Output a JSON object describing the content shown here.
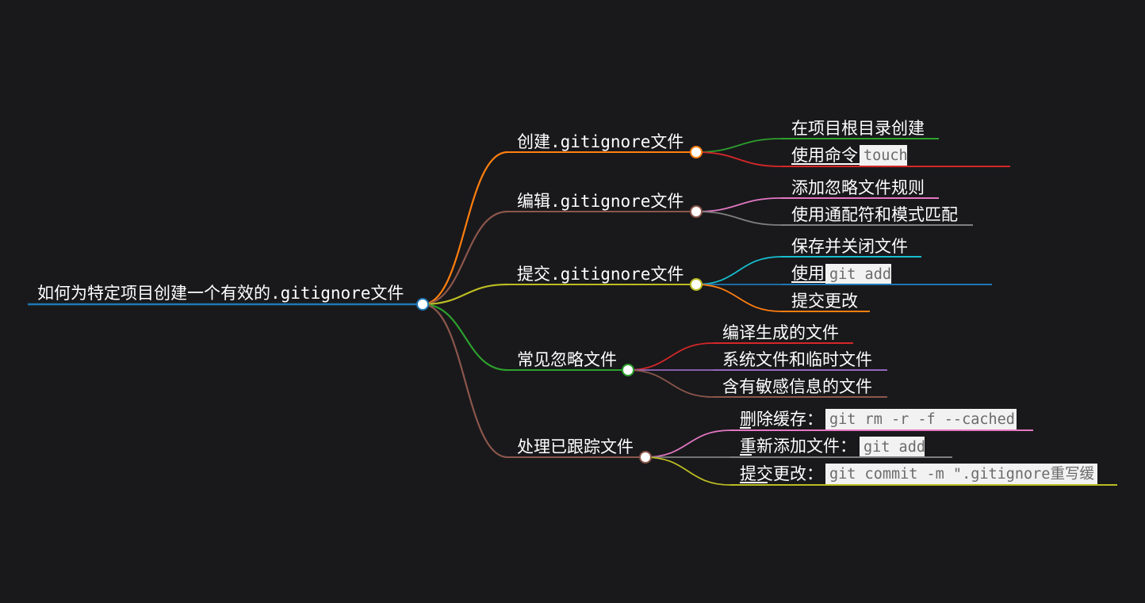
{
  "mindmap": {
    "root": {
      "label": "如何为特定项目创建一个有效的.gitignore文件",
      "color": "#1f77b4",
      "children": [
        {
          "label": "创建.gitignore文件",
          "color": "#ff7f0e",
          "children": [
            {
              "label": "在项目根目录创建",
              "color": "#2ca02c"
            },
            {
              "label": "使用命令",
              "code": "touch",
              "color": "#d62728"
            }
          ]
        },
        {
          "label": "编辑.gitignore文件",
          "color": "#8c564b",
          "children": [
            {
              "label": "添加忽略文件规则",
              "color": "#e377c2"
            },
            {
              "label": "使用通配符和模式匹配",
              "color": "#7f7f7f"
            }
          ]
        },
        {
          "label": "提交.gitignore文件",
          "color": "#bcbd22",
          "children": [
            {
              "label": "保存并关闭文件",
              "color": "#17becf"
            },
            {
              "label": "使用",
              "code": "git add",
              "color": "#1f77b4"
            },
            {
              "label": "提交更改",
              "color": "#ff7f0e"
            }
          ]
        },
        {
          "label": "常见忽略文件",
          "color": "#2ca02c",
          "children": [
            {
              "label": "编译生成的文件",
              "color": "#d62728"
            },
            {
              "label": "系统文件和临时文件",
              "color": "#9467bd"
            },
            {
              "label": "含有敏感信息的文件",
              "color": "#8c564b"
            }
          ]
        },
        {
          "label": "处理已跟踪文件",
          "color": "#8c564b",
          "children": [
            {
              "label": "删除缓存：",
              "code": "git rm -r -f --cached",
              "color": "#e377c2"
            },
            {
              "label": "重新添加文件：",
              "code": "git add",
              "color": "#7f7f7f"
            },
            {
              "label": "提交更改：",
              "code": "git commit -m \".gitignore重写缓",
              "color": "#bcbd22"
            }
          ]
        }
      ]
    }
  }
}
